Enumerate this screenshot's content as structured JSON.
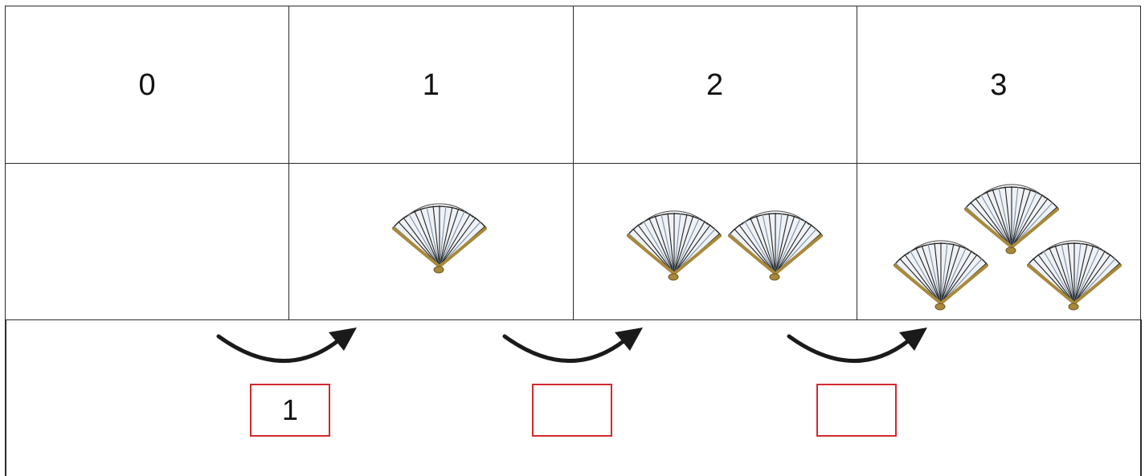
{
  "number_line": {
    "headers": [
      "0",
      "1",
      "2",
      "3"
    ],
    "fan_counts": [
      0,
      1,
      2,
      3
    ]
  },
  "steps": {
    "answers": [
      "1",
      "",
      ""
    ]
  },
  "icons": {
    "picture": "folding-fan-icon",
    "transition": "curved-arrow-icon"
  },
  "colors": {
    "grid_line": "#2b2b2b",
    "answer_box_border": "#d12a2f",
    "arrow": "#1a1a1a",
    "fan_frame": "#a8893a"
  }
}
